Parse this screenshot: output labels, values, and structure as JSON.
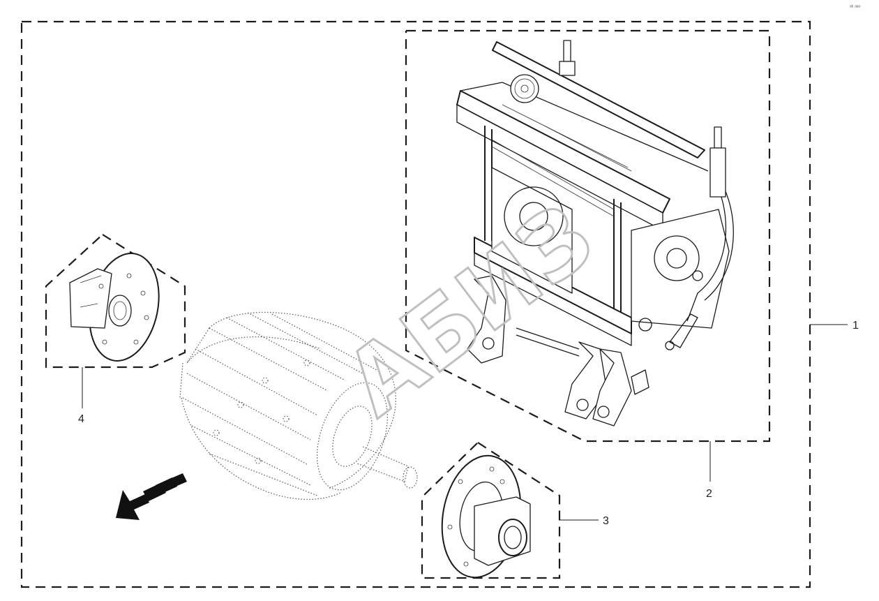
{
  "corner_mark": "ᵃᵇ ᵃᵃᵃ",
  "watermark": "АБИЗ",
  "callouts": [
    {
      "id": "1",
      "label": "1"
    },
    {
      "id": "2",
      "label": "2"
    },
    {
      "id": "3",
      "label": "3"
    },
    {
      "id": "4",
      "label": "4"
    }
  ],
  "icons": {
    "direction": "direction-arrow-icon"
  },
  "colors": {
    "line": "#1a1a1a",
    "watermark": "#bfbfbf",
    "background": "#ffffff"
  }
}
